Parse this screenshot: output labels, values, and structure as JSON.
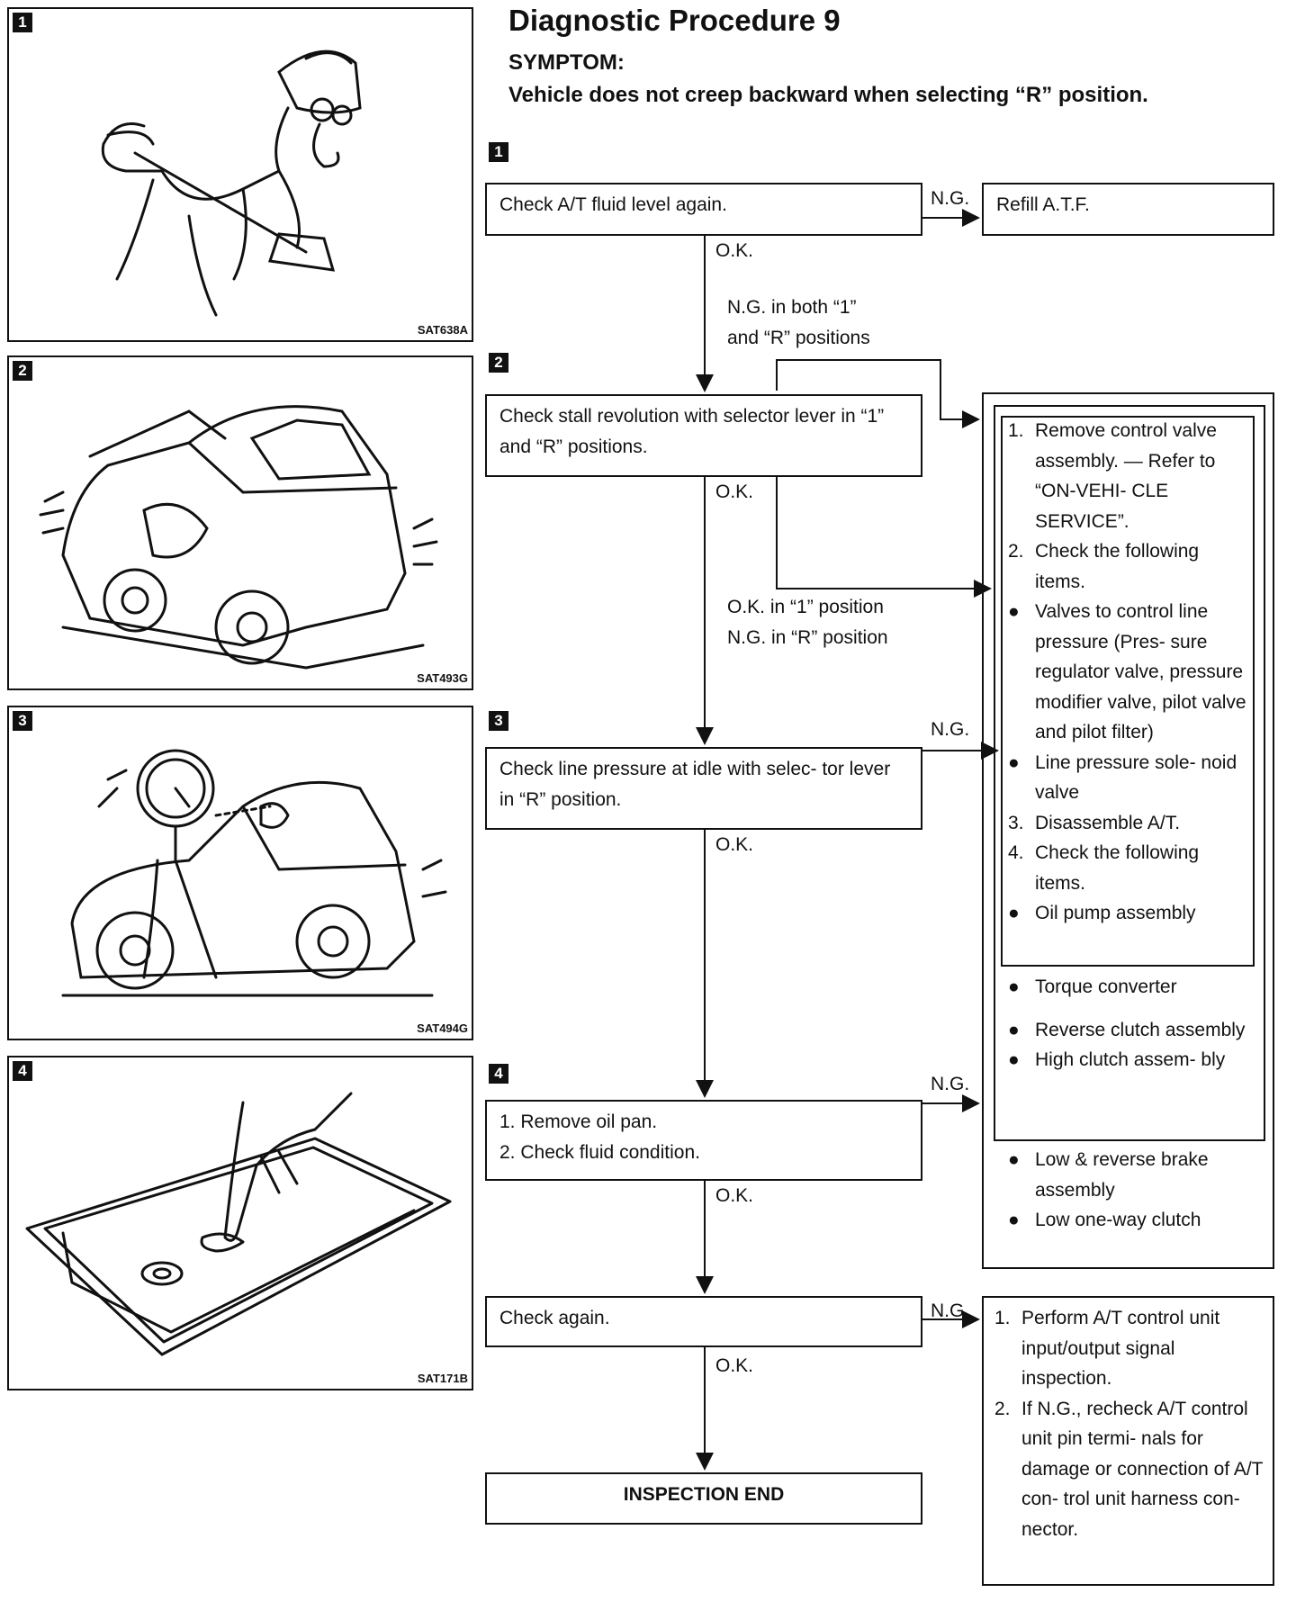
{
  "header": {
    "title": "Diagnostic Procedure 9",
    "symptom_label": "SYMPTOM:",
    "symptom_text": "Vehicle does not creep backward when selecting “R” position."
  },
  "illustrations": [
    {
      "step": "1",
      "code": "SAT638A",
      "icon": "mechanic-dipstick-icon"
    },
    {
      "step": "2",
      "code": "SAT493G",
      "icon": "car-stall-test-icon"
    },
    {
      "step": "3",
      "code": "SAT494G",
      "icon": "car-pressure-gauge-icon"
    },
    {
      "step": "4",
      "code": "SAT171B",
      "icon": "oil-pan-icon"
    }
  ],
  "steps": {
    "s1": {
      "num": "1",
      "text": "Check A/T fluid level again."
    },
    "s2": {
      "num": "2",
      "text": "Check stall revolution with selector lever in “1” and “R” positions."
    },
    "s3": {
      "num": "3",
      "text": "Check line pressure at idle with selec- tor lever in “R” position."
    },
    "s4": {
      "num": "4",
      "line1": "1. Remove oil pan.",
      "line2": "2. Check fluid condition."
    },
    "s5": {
      "text": "Check again."
    },
    "end": {
      "text": "INSPECTION END"
    }
  },
  "results": {
    "ok": "O.K.",
    "ng": "N.G.",
    "refill": "Refill A.T.F.",
    "ng_both_1": "N.G. in both “1”",
    "ng_both_2": "and “R” positions",
    "ok1_ngR_1": "O.K. in “1” position",
    "ok1_ngR_2": "N.G. in “R” position"
  },
  "repair_box": {
    "items": [
      {
        "mark": "1.",
        "text": "Remove control valve assembly. — Refer to “ON-VEHI- CLE SERVICE”."
      },
      {
        "mark": "2.",
        "text": "Check the following items."
      },
      {
        "mark": "●",
        "text": "Valves to control line pressure (Pres- sure regulator valve, pressure modifier valve, pilot valve and pilot filter)"
      },
      {
        "mark": "●",
        "text": "Line pressure sole- noid valve"
      },
      {
        "mark": "3.",
        "text": "Disassemble A/T."
      },
      {
        "mark": "4.",
        "text": "Check the following items."
      },
      {
        "mark": "●",
        "text": "Oil pump assembly"
      }
    ],
    "mid_items": [
      {
        "mark": "●",
        "text": "Torque converter"
      },
      {
        "mark": "●",
        "text": "Reverse clutch assembly"
      },
      {
        "mark": "●",
        "text": "High clutch assem- bly"
      }
    ],
    "outer_items": [
      {
        "mark": "●",
        "text": "Low & reverse brake assembly"
      },
      {
        "mark": "●",
        "text": "Low one-way clutch"
      }
    ]
  },
  "control_box": {
    "items": [
      {
        "mark": "1.",
        "text": "Perform A/T control unit input/output signal inspection."
      },
      {
        "mark": "2.",
        "text": "If N.G., recheck A/T control unit pin termi- nals for damage or connection of A/T con- trol unit harness con- nector."
      }
    ]
  }
}
